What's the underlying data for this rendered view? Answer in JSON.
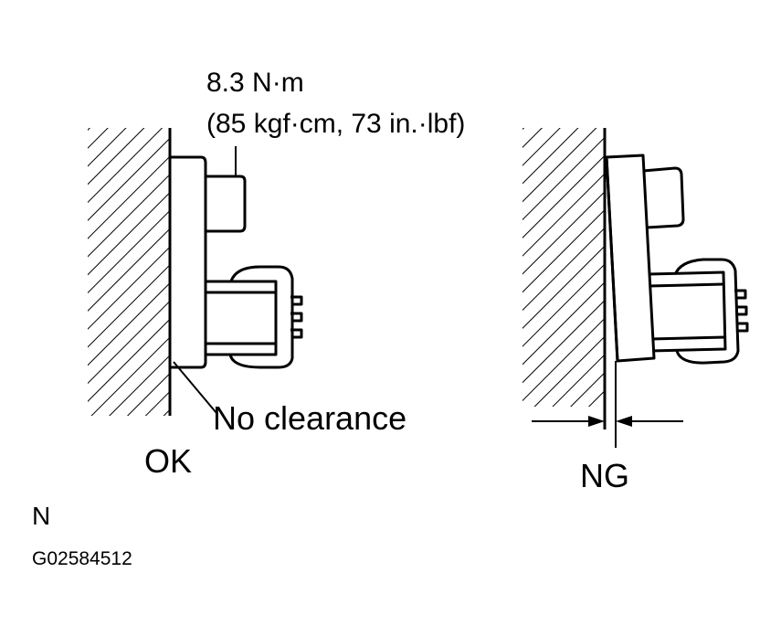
{
  "labels": {
    "torque_nm": "8.3 N·m",
    "torque_alt": "(85 kgf·cm, 73 in.·lbf)",
    "no_clearance": "No clearance",
    "ok": "OK",
    "ng": "NG",
    "note": "N",
    "figure_code": "G02584512"
  },
  "colors": {
    "ink": "#000000",
    "paper": "#ffffff"
  }
}
